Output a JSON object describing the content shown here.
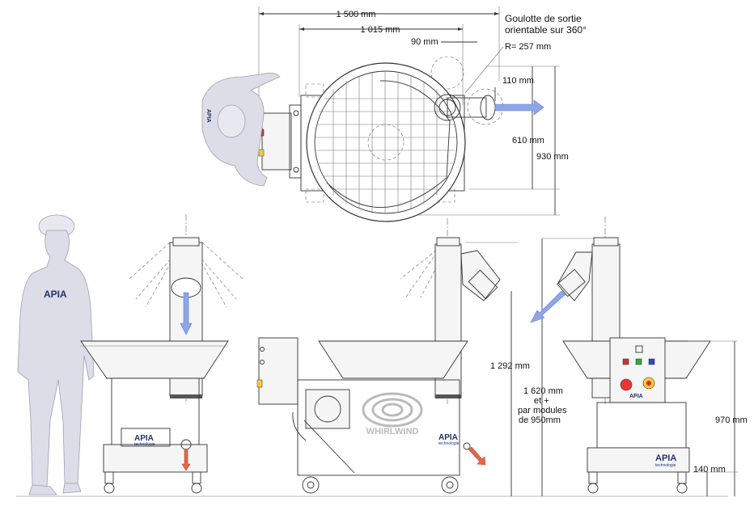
{
  "dimensions": {
    "top_overall_width": "1 500 mm",
    "top_width": "1 015 mm",
    "top_offset": "90 mm",
    "radius": "R= 257 mm",
    "chute_offset": "110 mm",
    "inner_depth": "610 mm",
    "overall_depth": "930 mm",
    "height_1": "1 292 mm",
    "height_2_line1": "1 620 mm",
    "height_2_line2": "et +",
    "height_2_line3": "par modules",
    "height_2_line4": "de 950mm",
    "height_3": "970 mm",
    "height_4": "140 mm"
  },
  "annotation": {
    "line1": "Goulotte de sortie",
    "line2": "orientable sur 360°"
  },
  "branding": {
    "logo_text": "APIA",
    "logo_sub": "technologie",
    "product_name": "WHIRLWIND"
  },
  "colors": {
    "dimension_line": "#333333",
    "flow_arrow": "#8fa6e6",
    "drain_arrow": "#e0684a",
    "logo": "#22336b",
    "silhouette": "#dcdde6"
  }
}
